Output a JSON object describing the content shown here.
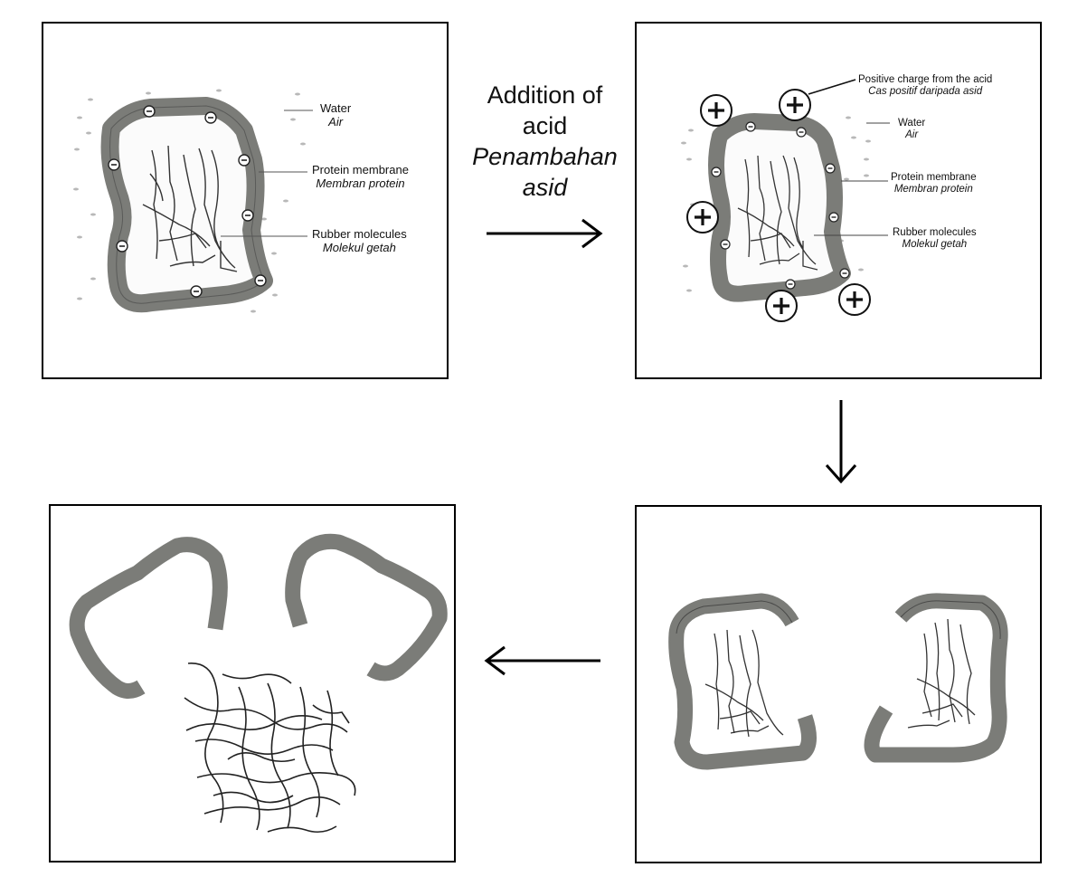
{
  "labels": {
    "water_en": "Water",
    "water_ms": "Air",
    "membrane_en": "Protein membrane",
    "membrane_ms": "Membran protein",
    "rubber_en": "Rubber molecules",
    "rubber_ms": "Molekul getah",
    "charge_en": "Positive charge from the acid",
    "charge_ms": "Cas positif daripada asid"
  },
  "step": {
    "line1": "Addition of",
    "line2": "acid",
    "line3": "Penambahan",
    "line4": "asid"
  },
  "colors": {
    "membrane": "#7b7c78",
    "outline": "#2a2a2a",
    "border": "#000000"
  },
  "icons": {
    "negative": "minus-charge-icon",
    "positive": "plus-charge-icon"
  }
}
